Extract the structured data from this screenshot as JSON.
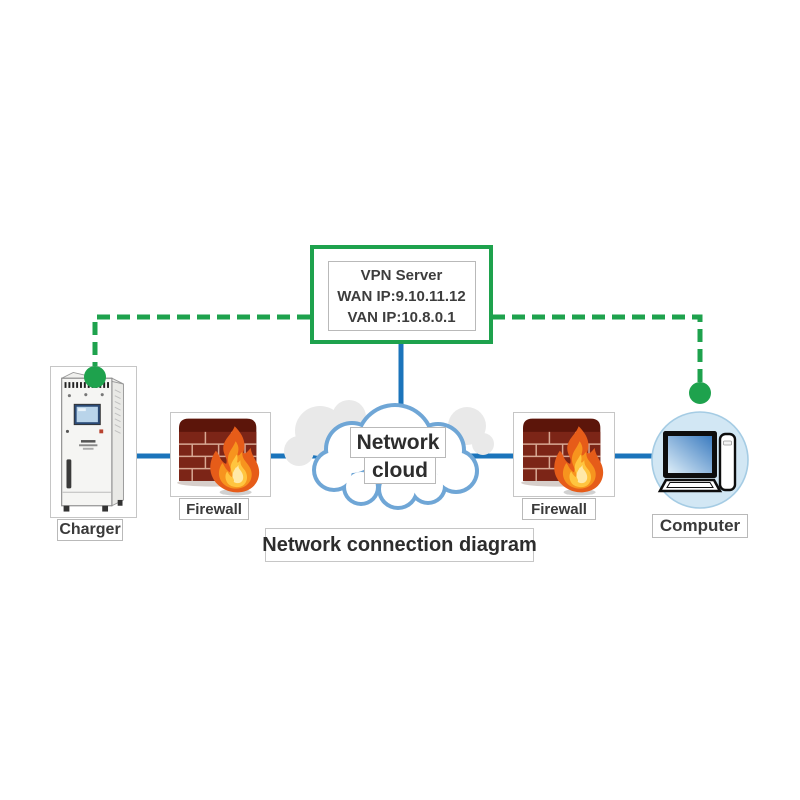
{
  "title": {
    "text": "Network connection diagram"
  },
  "vpn_server": {
    "name": "VPN Server",
    "wan_ip": "WAN IP:9.10.11.12",
    "van_ip": "VAN IP:10.8.0.1"
  },
  "cloud": {
    "line1": "Network",
    "line2": "cloud"
  },
  "nodes": {
    "charger": {
      "label": "Charger",
      "icon": "charger-cabinet-icon"
    },
    "firewall_left": {
      "label": "Firewall",
      "icon": "firewall-brick-flame-icon"
    },
    "firewall_right": {
      "label": "Firewall",
      "icon": "firewall-brick-flame-icon"
    },
    "computer": {
      "label": "Computer",
      "icon": "desktop-computer-icon"
    }
  },
  "connections": {
    "solid_blue": [
      "charger-firewall-cloud-firewall-computer",
      "vpn_server-cloud"
    ],
    "dashed_green": [
      "vpn_server-charger",
      "vpn_server-computer"
    ]
  },
  "colors": {
    "green": "#1ea24d",
    "blue": "#1b74bb",
    "cloud_outline": "#6fa6d6",
    "cloud_back": "#e9e9e9",
    "computer_circle": "#d2e7f4",
    "computer_circle_edge": "#a5cce4",
    "brick": "#7c2517",
    "brick_top": "#5c150a",
    "mortar": "#d8a894",
    "flame_outer": "#e65c19",
    "flame_mid": "#f7941e",
    "flame_inner": "#ffc53f",
    "flame_core": "#ffe9a8",
    "label_border": "#b9b9b9",
    "text": "#3a3a3a"
  }
}
